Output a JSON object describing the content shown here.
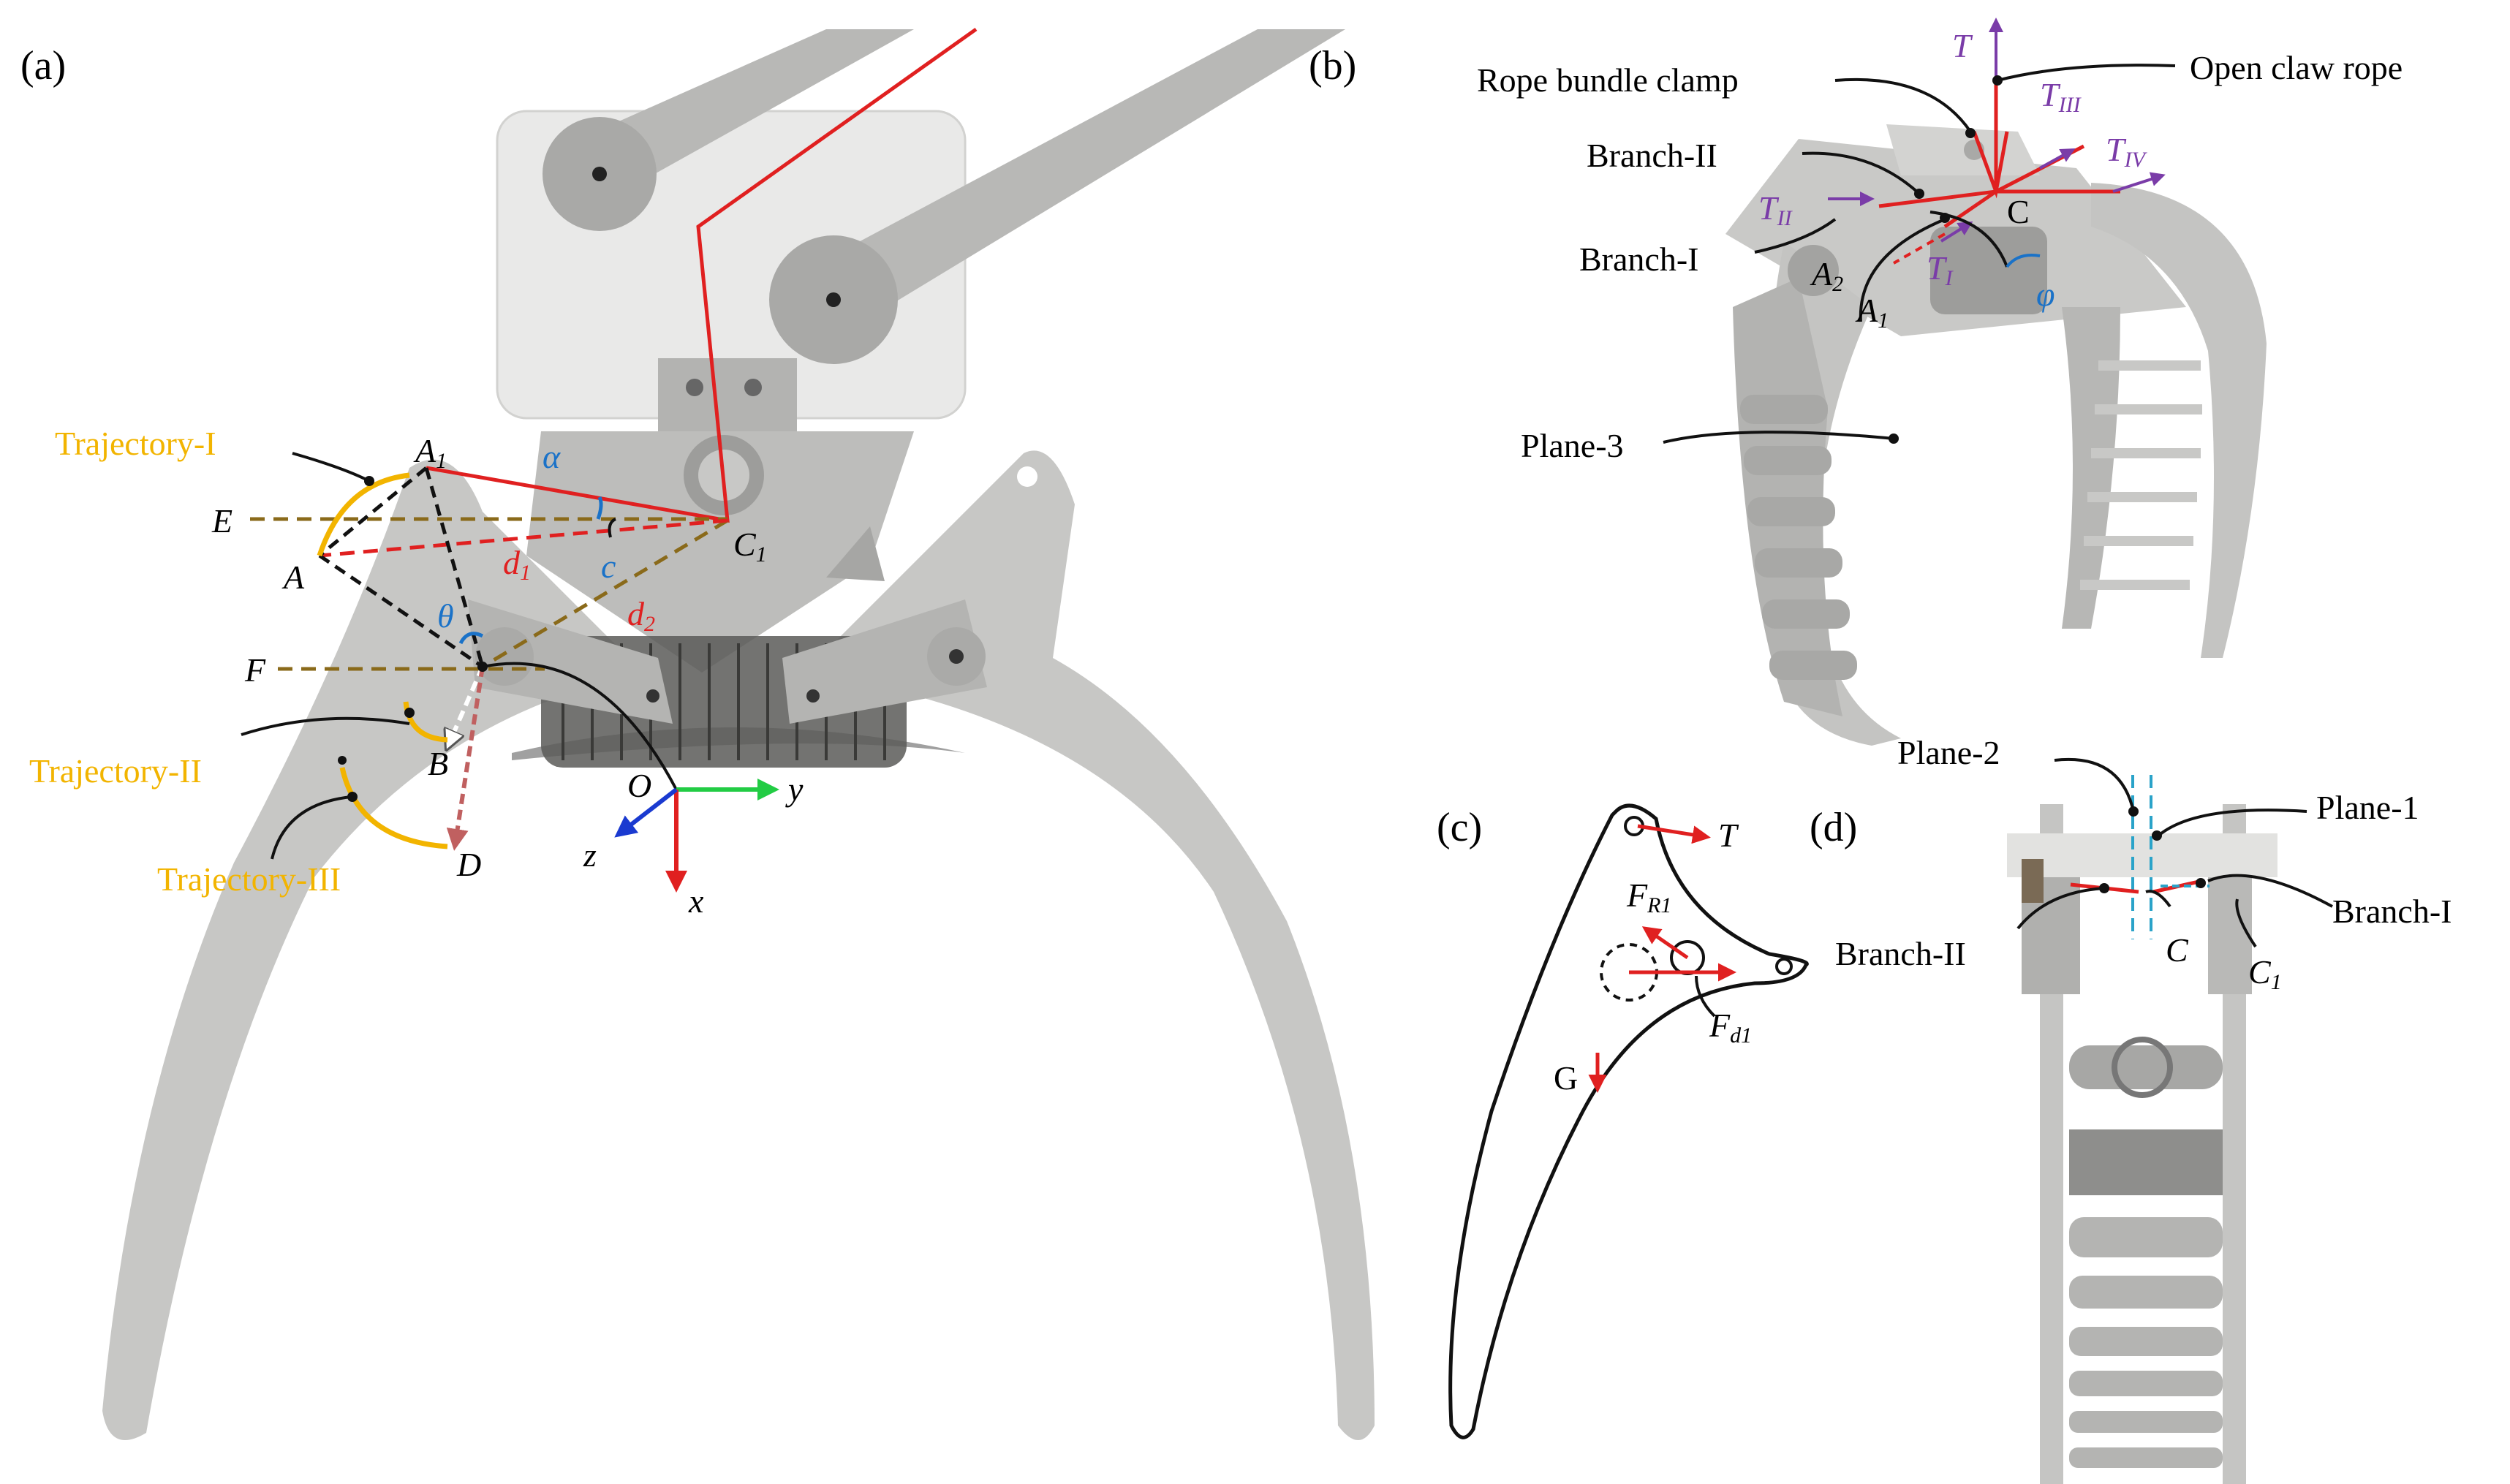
{
  "colors": {
    "metal": "#c9c9c7",
    "metal_dark": "#a8a8a6",
    "rope": "#e02020",
    "trajectory": "#f2b400",
    "guide": "#8a6a1a",
    "angle": "#1a72c8",
    "tension": "#7a3ca8",
    "dash_blue": "#2aa3c9"
  },
  "panels": {
    "a": {
      "label": "(a)",
      "trajectory_1": "Trajectory-I",
      "trajectory_2": "Trajectory-II",
      "trajectory_3": "Trajectory-III",
      "point_a1": "A",
      "point_a1_sub": "1",
      "point_a": "A",
      "point_c1": "C",
      "point_c1_sub": "1",
      "point_e": "E",
      "point_f": "F",
      "point_b": "B",
      "point_d": "D",
      "point_o": "O",
      "angle_alpha": "α",
      "angle_c": "c",
      "angle_theta": "θ",
      "dist_d1": "d",
      "dist_d1_sub": "1",
      "dist_d2": "d",
      "dist_d2_sub": "2",
      "axis_x": "x",
      "axis_y": "y",
      "axis_z": "z"
    },
    "b": {
      "label": "(b)",
      "rope_bundle_clamp": "Rope bundle clamp",
      "open_claw_rope": "Open claw rope",
      "branch_2": "Branch-II",
      "branch_1": "Branch-I",
      "plane_3": "Plane-3",
      "point_c": "C",
      "point_a2": "A",
      "point_a2_sub": "2",
      "point_a1": "A",
      "point_a1_sub": "1",
      "tension_t": "T",
      "tension_t1": "T",
      "tension_t1_sub": "I",
      "tension_t2": "T",
      "tension_t2_sub": "II",
      "tension_t3": "T",
      "tension_t3_sub": "III",
      "tension_t4": "T",
      "tension_t4_sub": "IV",
      "angle_phi": "φ"
    },
    "c": {
      "label": "(c)",
      "force_t": "T",
      "force_fr1": "F",
      "force_fr1_sub": "R1",
      "force_fd1": "F",
      "force_fd1_sub": "d1",
      "force_g": "G"
    },
    "d": {
      "label": "(d)",
      "plane_2": "Plane-2",
      "plane_1": "Plane-1",
      "branch_2": "Branch-II",
      "branch_1": "Branch-I",
      "point_c": "C",
      "point_c1": "C",
      "point_c1_sub": "1"
    }
  }
}
